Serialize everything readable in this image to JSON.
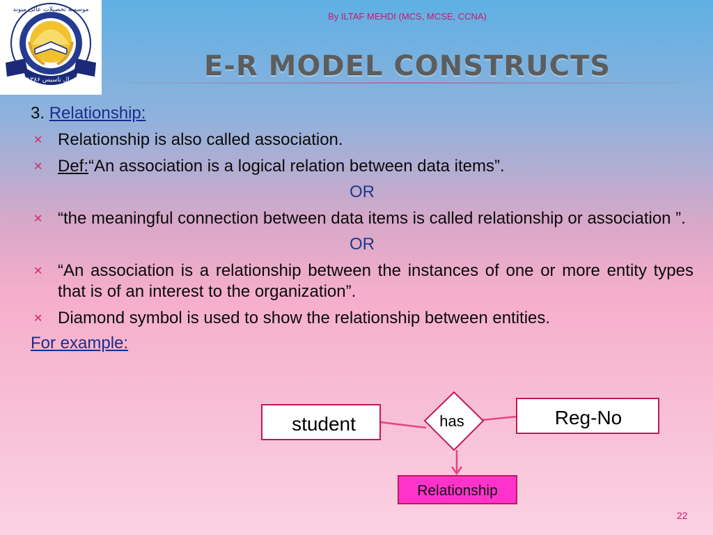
{
  "header": {
    "byline": "By ILTAF MEHDI (MCS, MCSE, CCNA)",
    "title": "E-R MODEL CONSTRUCTS",
    "logo": {
      "name": "institute-seal",
      "arabic_text": "موسسه تحصیلات عالی میوند",
      "year_text": "سال تاسیس ۱۳۸۶"
    }
  },
  "body": {
    "heading_number": "3.",
    "heading_label": "Relationship:",
    "bullet1": "Relationship is also called association.",
    "bullet2_term": "Def:",
    "bullet2_text": "“An association is a logical relation between data items”.",
    "or1": "OR",
    "bullet3": "“the meaningful connection between data items is called relationship or association ”.",
    "or2": "OR",
    "bullet4": "“An association is a relationship between the instances of one or more entity types that is of an interest to the organization”.",
    "bullet5_term": "Diamond",
    "bullet5_text": " symbol is used to show the relationship between entities.",
    "for_example": "For example:"
  },
  "diagram": {
    "entity1": "student",
    "relationship": "has",
    "entity2": "Reg-No",
    "callout": "Relationship"
  },
  "colors": {
    "accent": "#c41b6b",
    "box_border": "#c2185b",
    "callout_fill": "#ff33cc",
    "link_text": "#1a2d8c"
  },
  "footer": {
    "page_number": "22"
  }
}
